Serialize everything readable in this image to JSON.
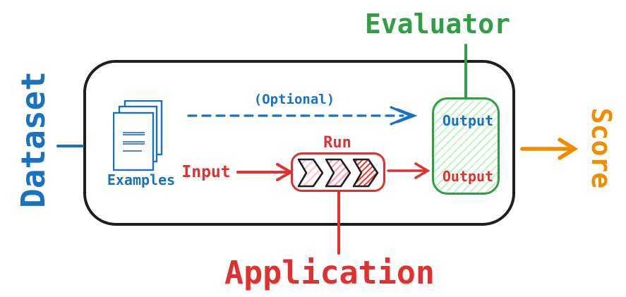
{
  "labels": {
    "dataset": "Dataset",
    "evaluator": "Evaluator",
    "score": "Score",
    "application": "Application",
    "examples": "Examples",
    "optional": "(Optional)",
    "input": "Input",
    "run": "Run",
    "evaluator_output": "Output",
    "app_output": "Output"
  },
  "colors": {
    "blue": "#1971c2",
    "red": "#e03131",
    "green": "#2f9e44",
    "orange": "#f08c00",
    "outline": "#1e1e1e",
    "green_hatch": "#b2f2bb",
    "chevron_hatch_light": "#ffc9c9",
    "chevron_hatch_pink": "#faa2c1",
    "chevron_hatch_red": "#e03131"
  }
}
